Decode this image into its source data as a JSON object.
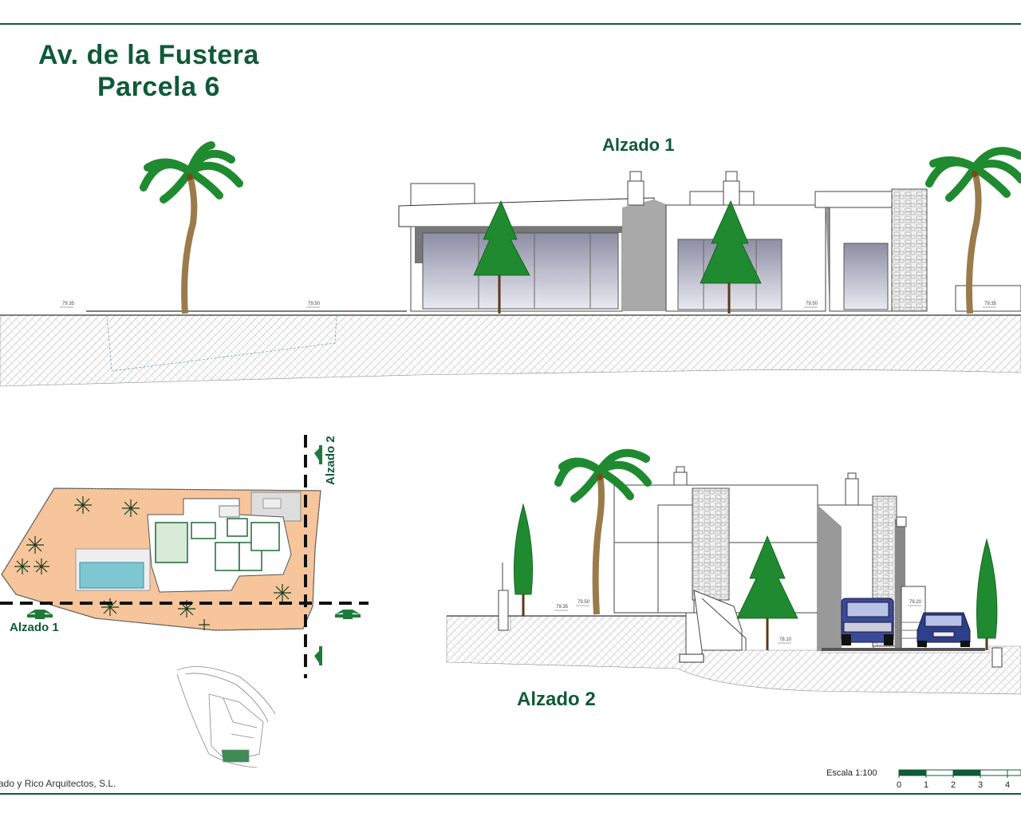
{
  "title": {
    "line1": "Av. de la Fustera",
    "line2": "Parcela 6"
  },
  "elevations": {
    "alzado_1": "Alzado 1",
    "alzado_2": "Alzado 2"
  },
  "plan_labels": {
    "alzado_1": "Alzado 1",
    "alzado_2": "Alzado 2"
  },
  "level_marks_1": [
    "79.35",
    "79.50",
    "79.50",
    "79.35"
  ],
  "level_marks_2": [
    "79.35",
    "79.50",
    "79.20",
    "78.10"
  ],
  "footer": {
    "firm": "ado y Rico Arquitectos, S.L.",
    "scale_label": "Escala 1:100",
    "scale_ticks": [
      "0",
      "1",
      "2",
      "3",
      "4"
    ]
  },
  "colors": {
    "accent": "#0f5a38",
    "plot": "#f6c59b",
    "ground": "#e8e8e8",
    "tree": "#1f8a2f",
    "glass": "#c9c9d9"
  }
}
